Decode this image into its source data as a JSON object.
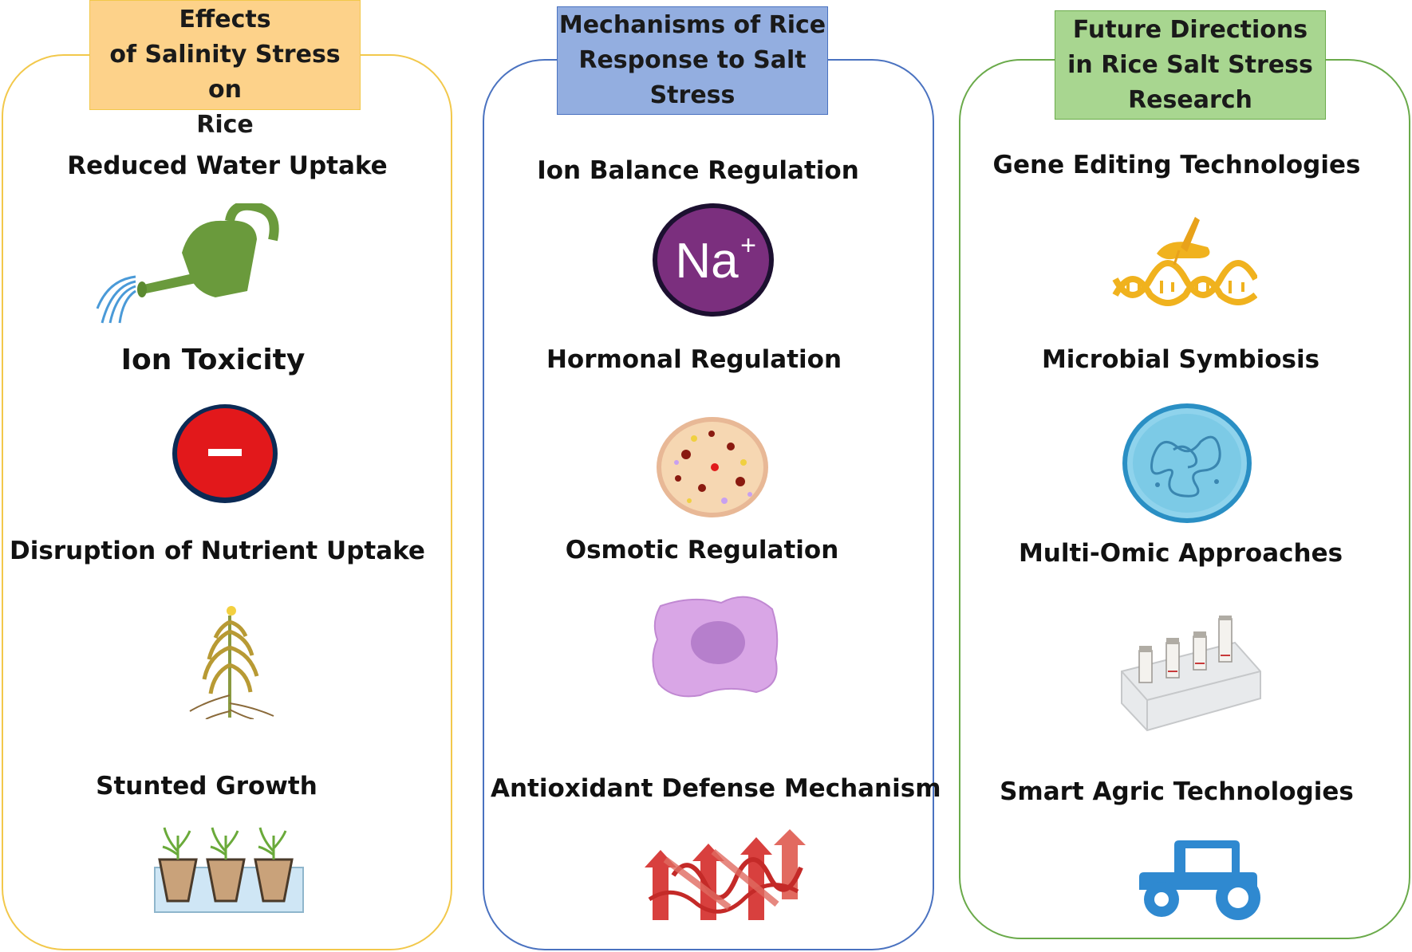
{
  "colors": {
    "col1_border": "#f2c84b",
    "col1_header_bg": "#fdd28a",
    "col2_border": "#4a72c0",
    "col2_header_bg": "#93aee0",
    "col3_border": "#6aaa4a",
    "col3_header_bg": "#a8d690"
  },
  "columns": [
    {
      "title": "Physiological Effects\nof Salinity Stress on\nRice",
      "items": [
        {
          "label": "Reduced Water Uptake",
          "icon": "watering-can-icon"
        },
        {
          "label": "Ion Toxicity",
          "icon": "minus-ion-icon"
        },
        {
          "label": "Disruption of Nutrient Uptake",
          "icon": "wilted-plant-icon"
        },
        {
          "label": "Stunted Growth",
          "icon": "seedlings-in-pots-icon"
        }
      ]
    },
    {
      "title": "Mechanisms of Rice\nResponse to Salt\nStress",
      "items": [
        {
          "label": "Ion Balance Regulation",
          "icon": "sodium-ion-icon"
        },
        {
          "label": "Hormonal Regulation",
          "icon": "hormone-cell-icon"
        },
        {
          "label": "Osmotic Regulation",
          "icon": "cell-icon"
        },
        {
          "label": "Antioxidant Defense Mechanism",
          "icon": "protein-structure-icon"
        }
      ]
    },
    {
      "title": "Future  Directions\nin Rice Salt Stress\nResearch",
      "items": [
        {
          "label": "Gene Editing Technologies",
          "icon": "dna-editing-icon"
        },
        {
          "label": "Microbial Symbiosis",
          "icon": "petri-dish-icon"
        },
        {
          "label": "Multi-Omic Approaches",
          "icon": "sample-tubes-icon"
        },
        {
          "label": "Smart Agric Technologies",
          "icon": "tractor-icon"
        }
      ]
    }
  ],
  "na_ion_text": "Na",
  "na_ion_charge": "+"
}
